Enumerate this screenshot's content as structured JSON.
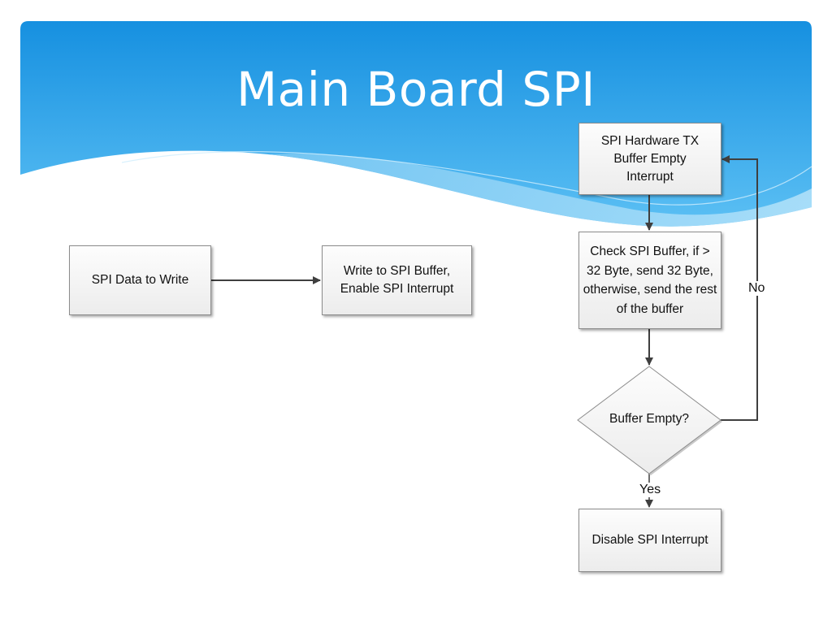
{
  "title": "Main Board SPI",
  "nodes": {
    "spi_data": "SPI Data to Write",
    "write_buffer": "Write to SPI Buffer, Enable SPI Interrupt",
    "tx_interrupt": "SPI Hardware TX Buffer Empty Interrupt",
    "check_buffer": "Check SPI Buffer, if > 32 Byte, send 32 Byte, otherwise, send the rest of the buffer",
    "buffer_empty": "Buffer Empty?",
    "disable_interrupt": "Disable SPI Interrupt"
  },
  "edges": {
    "no_label": "No",
    "yes_label": "Yes"
  },
  "colors": {
    "header_top": "#1692e0",
    "header_bottom": "#53baf2",
    "wave_light": "#9fd8f7",
    "arrow": "#3f3f3f"
  }
}
